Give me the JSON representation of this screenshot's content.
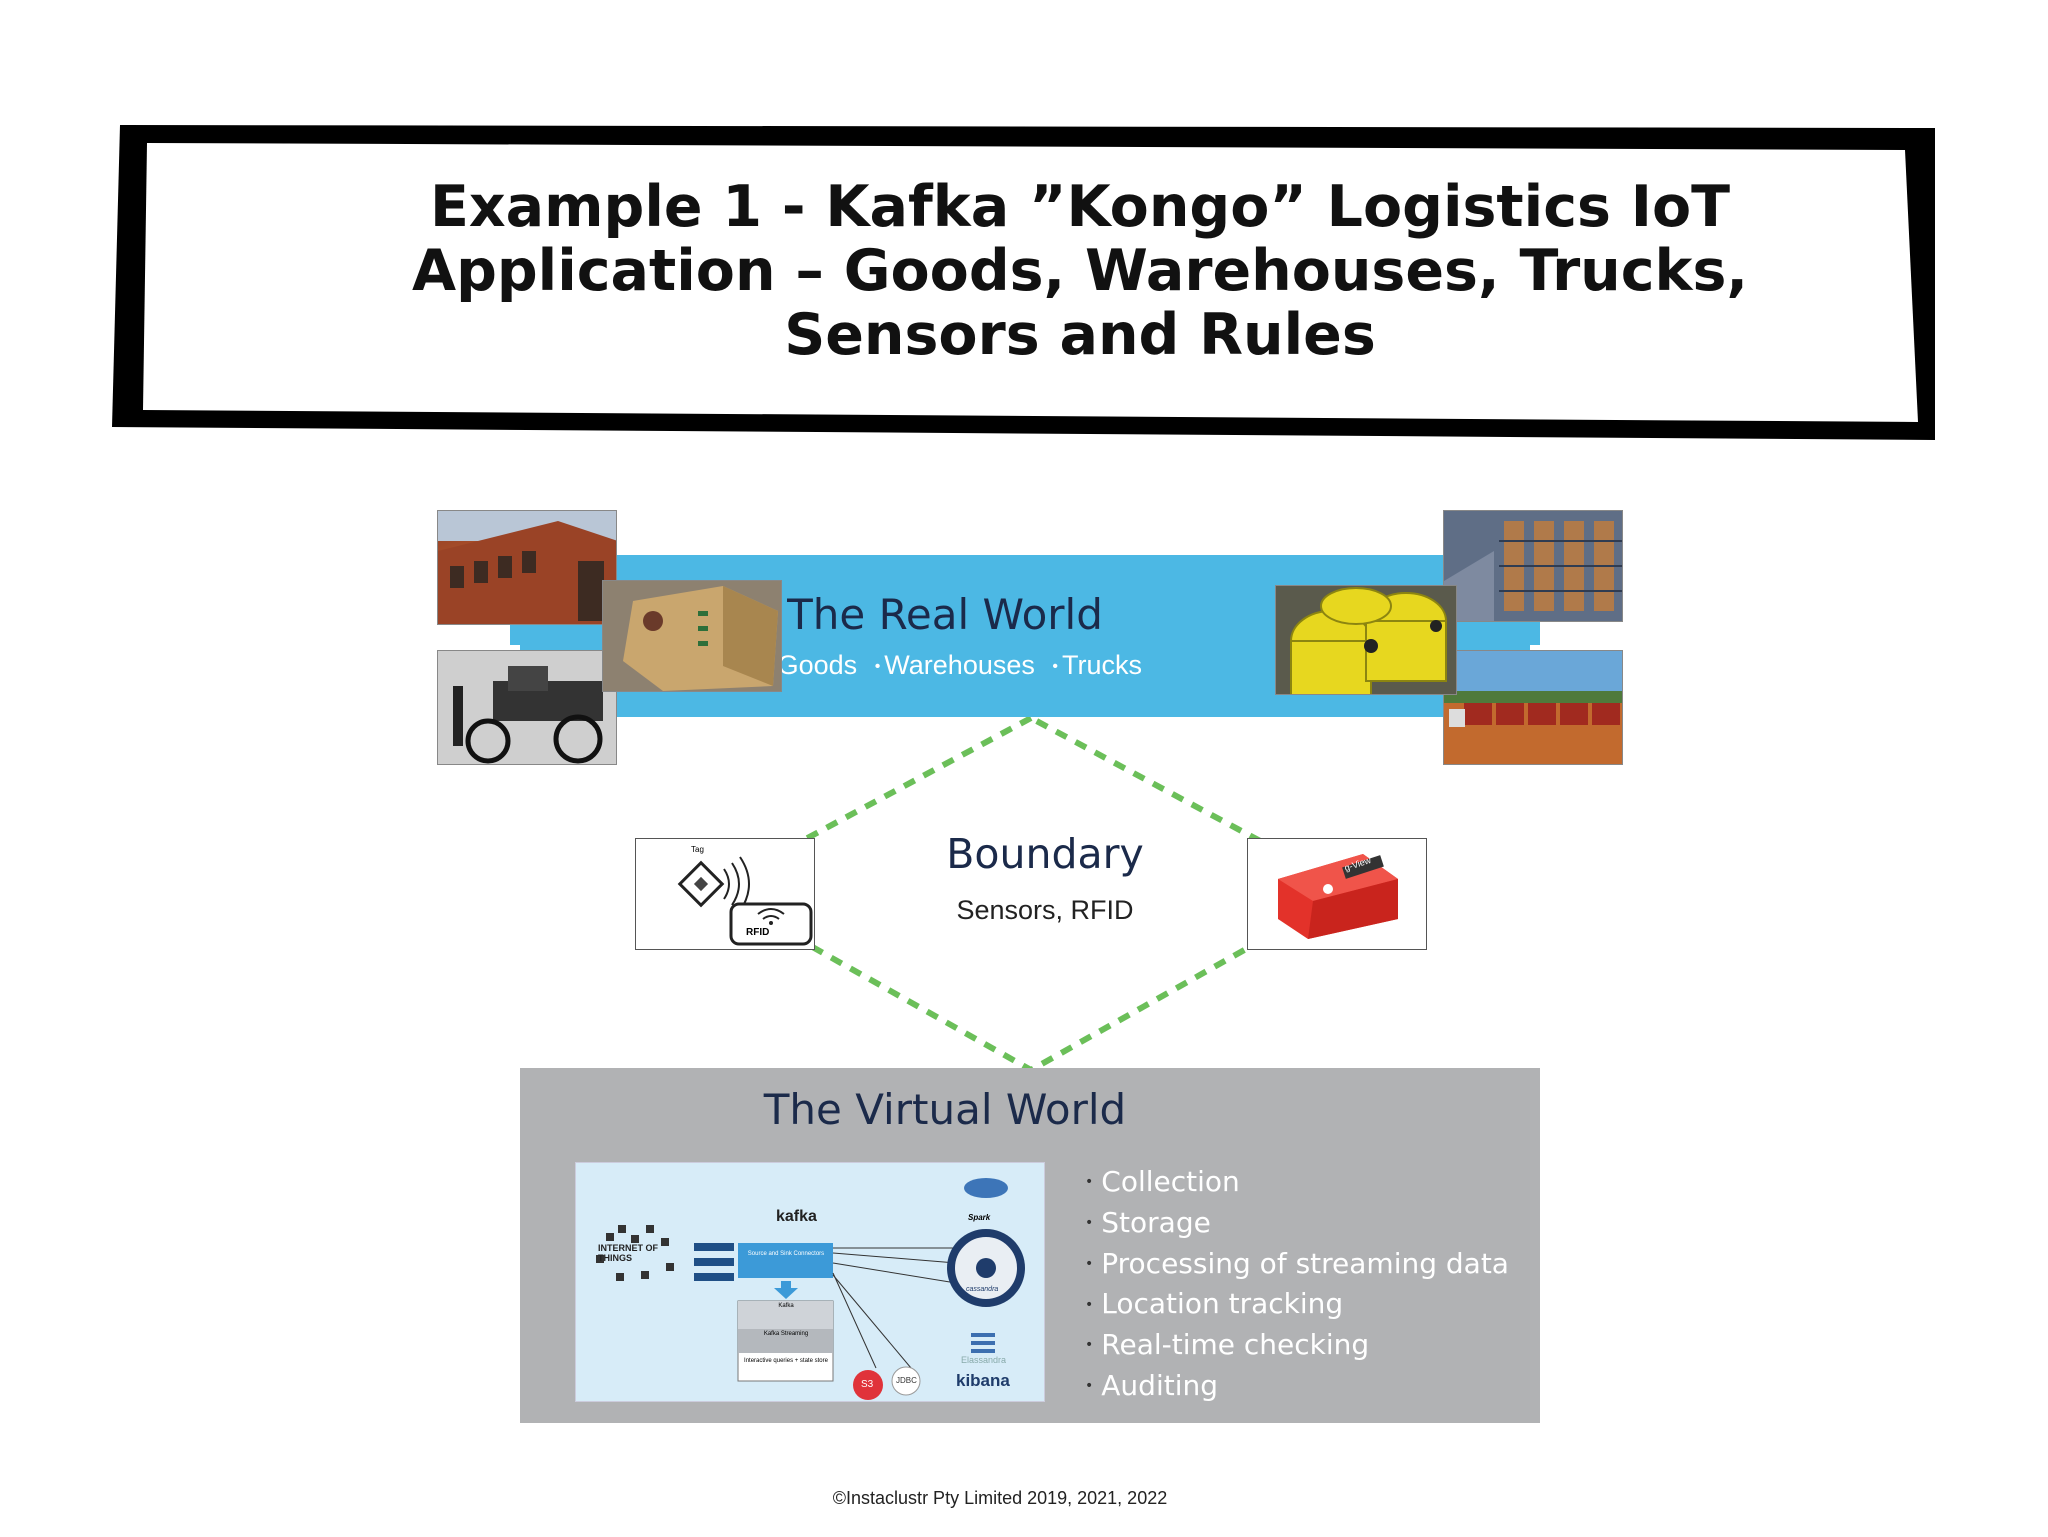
{
  "title": {
    "line1": "Example 1 - Kafka ”Kongo” Logistics IoT",
    "line2": "Application – Goods, Warehouses, Trucks,",
    "line3": "Sensors and Rules"
  },
  "real_world": {
    "title": "The Real World",
    "items": [
      "Goods",
      "Warehouses",
      "Trucks"
    ]
  },
  "boundary": {
    "title": "Boundary",
    "subtitle": "Sensors, RFID",
    "rfid_label": "RFID",
    "tag_label": "Tag",
    "device_label": "g-View"
  },
  "virtual_world": {
    "title": "The Virtual World",
    "items": [
      "Collection",
      "Storage",
      "Processing of streaming data",
      "Location tracking",
      "Real-time checking",
      "Auditing"
    ],
    "inner": {
      "kafka": "kafka",
      "internet_of_things": "INTERNET OF THINGS",
      "connectors": "Source and Sink Connectors",
      "kafka_box": "Kafka",
      "kafka_streaming": "Kafka Streaming",
      "interactive": "Interactive queries + state store",
      "spark": "Spark",
      "cassandra": "cassandra",
      "elassandra": "Elassandra",
      "kibana": "kibana",
      "s3": "S3",
      "jdbc": "JDBC"
    }
  },
  "colors": {
    "real_band": "#4cb8e4",
    "virtual_band": "#b1b2b4",
    "boundary_dash": "#6bbf59",
    "title_text": "#1b2a4a"
  },
  "copyright": "©Instaclustr Pty Limited 2019, 2021, 2022"
}
